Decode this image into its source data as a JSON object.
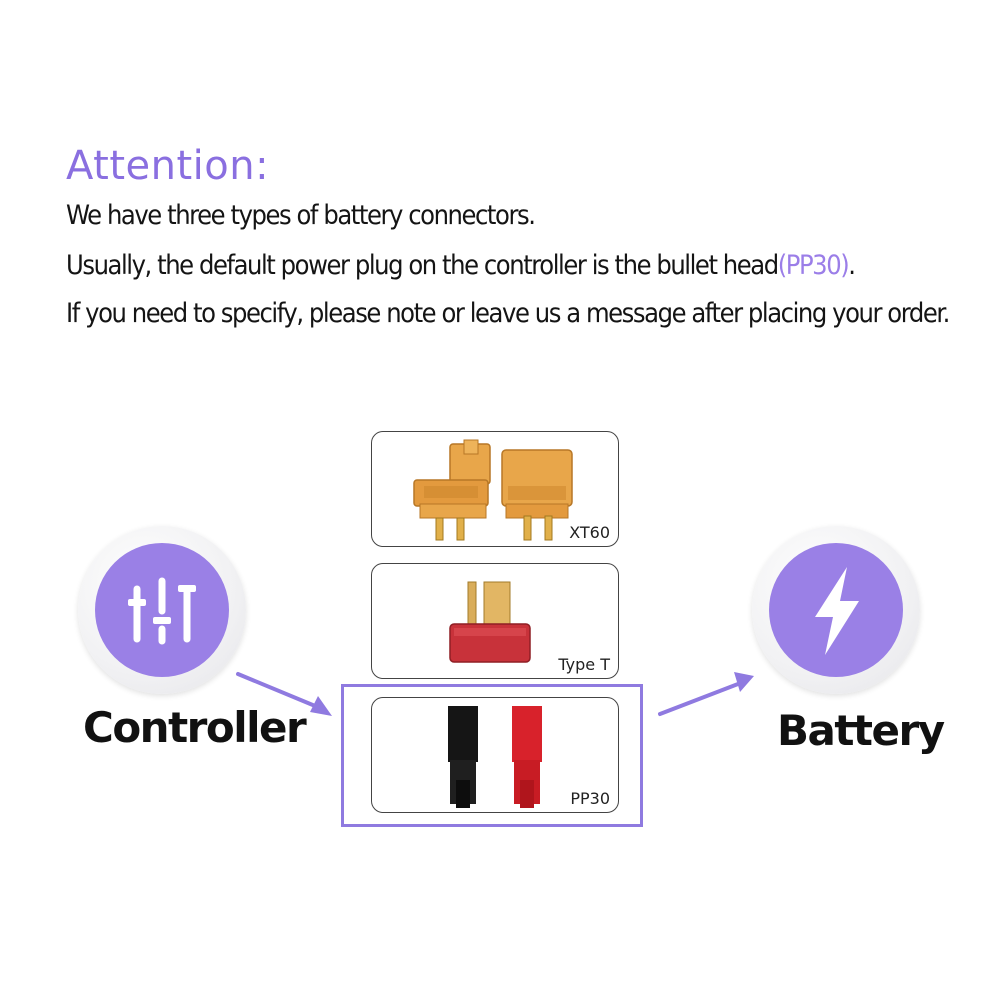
{
  "attention": {
    "title": "Attention:",
    "line1": "We have three types of battery connectors.",
    "line2_before": "Usually, the default power plug on the controller is the bullet head",
    "line2_highlight": "(PP30)",
    "line2_after": ".",
    "line3": "If you need to specify, please note or leave us a message after placing your order."
  },
  "connectors": {
    "xt60": {
      "label": "XT60",
      "icon": "xt60-connector-icon"
    },
    "type_t": {
      "label": "Type T",
      "icon": "type-t-connector-icon"
    },
    "pp30": {
      "label": "PP30",
      "icon": "pp30-connector-icon",
      "selected": true
    }
  },
  "controller": {
    "label": "Controller",
    "icon": "sliders-icon"
  },
  "battery": {
    "label": "Battery",
    "icon": "lightning-bolt-icon"
  },
  "colors": {
    "accent": "#9a80e6",
    "heading": "#8a6fe0",
    "xt60_body": "#e8a64a",
    "type_t_body": "#c8323a",
    "pp30_black": "#151515",
    "pp30_red": "#d8222b"
  }
}
